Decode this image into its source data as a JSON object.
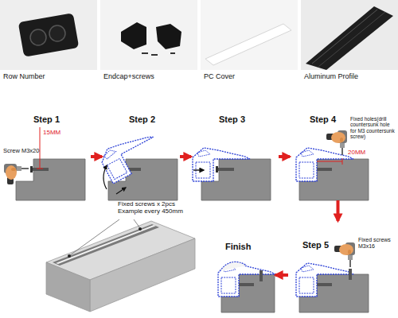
{
  "diagram": {
    "nodes": [
      {
        "text": [
          "Row Number"
        ]
      },
      {
        "text": [
          "Endcap+screws"
        ]
      },
      {
        "text": [
          "PC Cover"
        ]
      },
      {
        "text": [
          "Aluminum Profile"
        ]
      },
      {
        "text": [
          "Step 1"
        ]
      },
      {
        "text": [
          "Step 2"
        ]
      },
      {
        "text": [
          "Step 3"
        ]
      },
      {
        "text": [
          "Step 4"
        ]
      },
      {
        "text": [
          "Step 5"
        ]
      },
      {
        "text": [
          "Finish"
        ]
      }
    ],
    "edges": [
      {
        "from": 4,
        "to": 5,
        "arrow": "to"
      },
      {
        "from": 5,
        "to": 6,
        "arrow": "to"
      },
      {
        "from": 6,
        "to": 7,
        "arrow": "to"
      },
      {
        "from": 7,
        "to": 8,
        "arrow": "to"
      },
      {
        "from": 8,
        "to": 9,
        "arrow": "to"
      }
    ],
    "labels": [
      "Screw M3x20",
      "15MM",
      "Fixed holes(drill countersunk hole for M3 countersunk screw)",
      "20MM",
      "Fixed screws M3x16",
      "Fixed screws x 2pcs Example every 450mm"
    ]
  }
}
